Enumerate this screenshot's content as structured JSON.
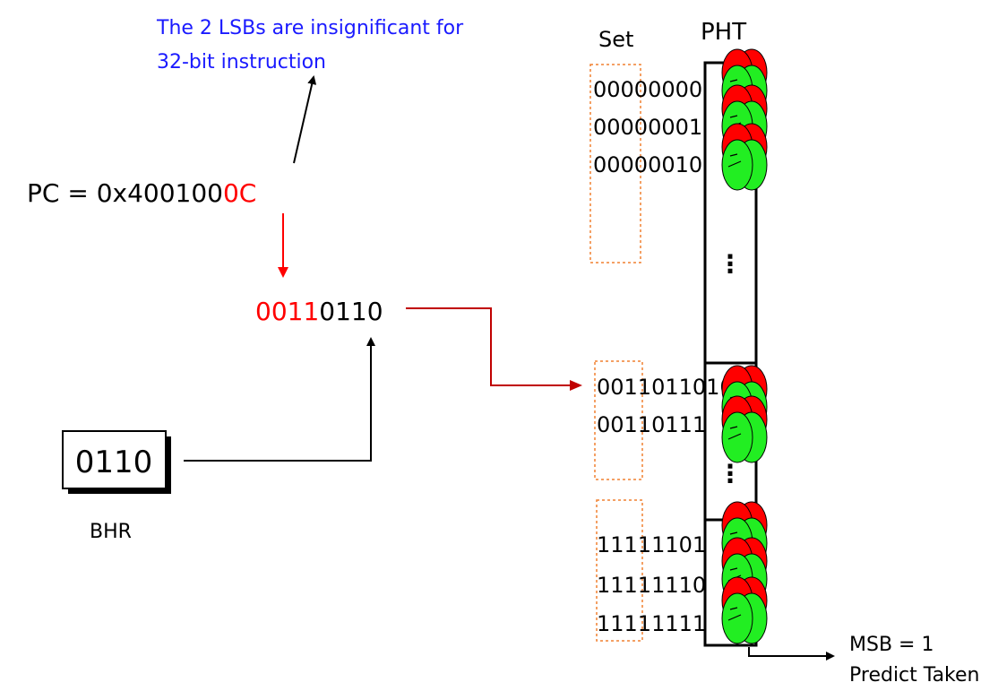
{
  "note": {
    "line1": "The 2 LSBs are insignificant for",
    "line2": "32-bit instruction"
  },
  "pc": {
    "prefix": "PC = 0x400100",
    "lsb": "0C"
  },
  "index": {
    "red_part": "0011",
    "black_part": "0110"
  },
  "bhr": {
    "value": "0110",
    "label": "BHR"
  },
  "headers": {
    "set": "Set",
    "pht": "PHT",
    "ellipsis": "⋮"
  },
  "sets": {
    "top": [
      "00000000",
      "00000001",
      "00000010"
    ],
    "middle": [
      "0011011010",
      "00110111"
    ],
    "bottom": [
      "11111101",
      "11111110",
      "11111111"
    ]
  },
  "result": {
    "line1": "MSB = 1",
    "line2": "Predict Taken"
  },
  "colors": {
    "blue": "#1a1aff",
    "red": "#ff0000",
    "dark_red": "#c00000",
    "green": "#22ee22",
    "orange": "#f08030"
  }
}
